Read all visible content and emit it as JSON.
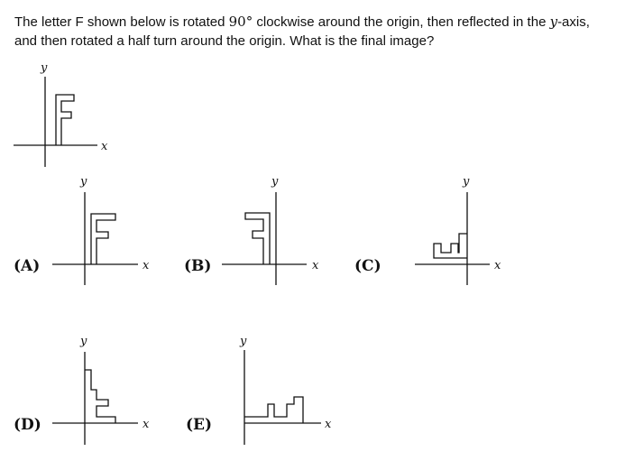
{
  "question": {
    "part1": "The letter F shown below is rotated ",
    "degrees": "90°",
    "part2": " clockwise around the origin, then reflected in the ",
    "axis_var": "y",
    "part3": "-axis, and then rotated a half turn around the origin. What is the final image?"
  },
  "axis_labels": {
    "x": "x",
    "y": "y"
  },
  "options": [
    {
      "label": "(A)"
    },
    {
      "label": "(B)"
    },
    {
      "label": "(C)"
    },
    {
      "label": "(D)"
    },
    {
      "label": "(E)"
    }
  ]
}
